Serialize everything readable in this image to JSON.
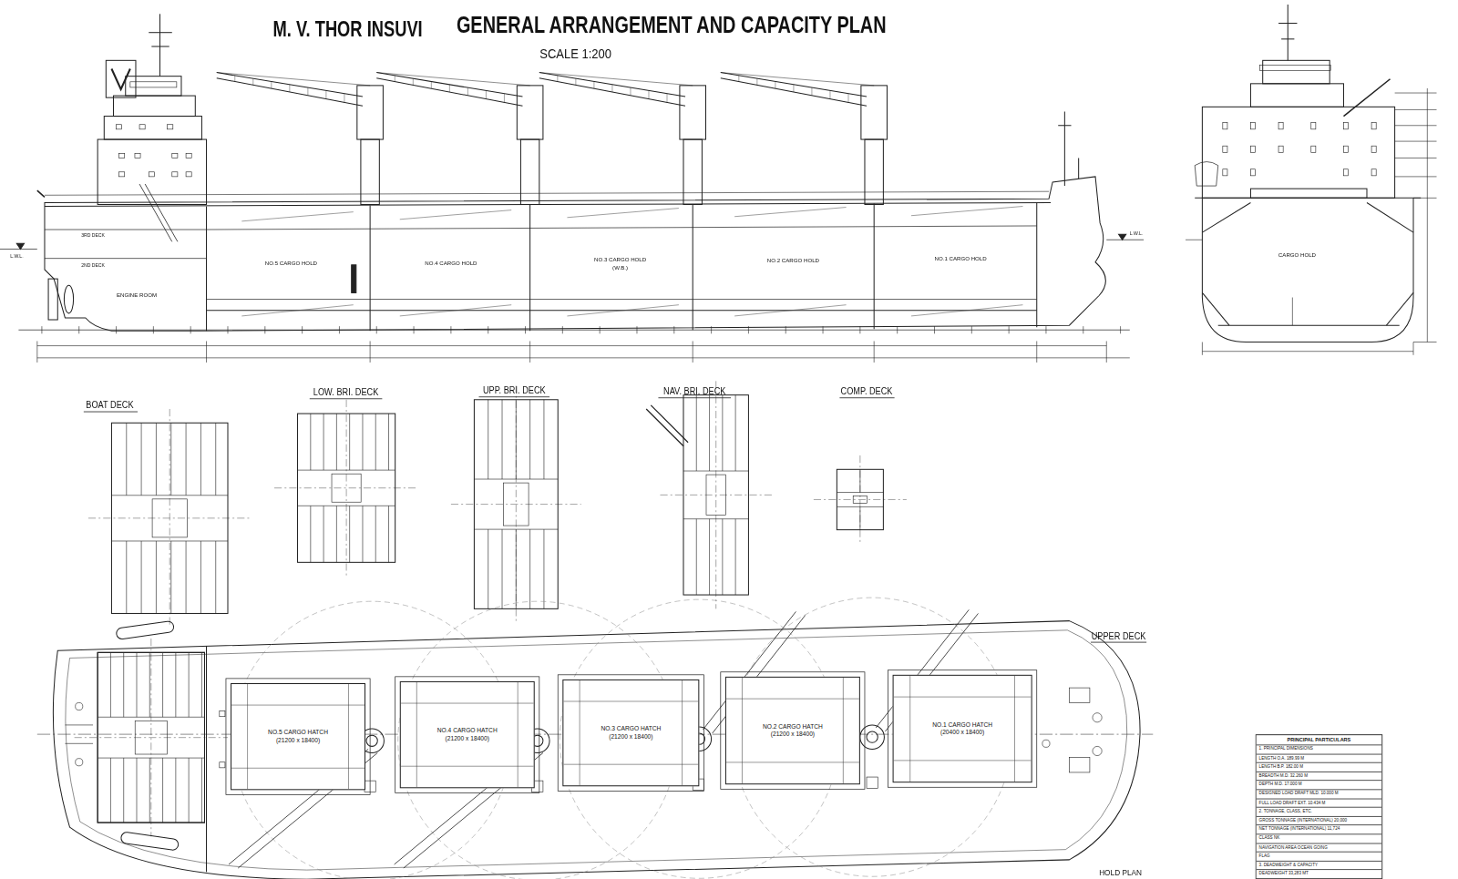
{
  "diagram": {
    "title": "GENERAL ARRANGEMENT AND CAPACITY PLAN",
    "nodes": [
      {
        "text": [
          "NO.5 CARGO HATCH",
          "(21200 x 18400)"
        ]
      },
      {
        "text": [
          "NO.4 CARGO HATCH",
          "(21200 x 18400)"
        ]
      },
      {
        "text": [
          "NO.3 CARGO HATCH",
          "(21200 x 18400)"
        ]
      },
      {
        "text": [
          "NO.2 CARGO HATCH",
          "(21200 x 18400)"
        ]
      },
      {
        "text": [
          "NO.1 CARGO HATCH",
          "(20400 x 18400)"
        ]
      },
      {
        "text": [
          "PRINCIPAL PARTICULARS",
          "1. PRINCIPAL DIMENSIONS",
          "LENGTH O.A. 189.99 M",
          "LENGTH B.P. 182.00 M",
          "BREADTH M.D. 32.260 M",
          "DEPTH M.D. 17.000 M",
          "DESIGNED LOAD DRAFT MLD. 10.000 M",
          "FULL LOAD DRAFT EXT. 10.434 M",
          "2. TONNAGE, CLASS, ETC.",
          "GROSS TONNAGE (INTERNATIONAL) 20,000",
          "NET TONNAGE (INTERNATIONAL) 11,724",
          "CLASS NK",
          "NAVIGATION AREA OCEAN GOING",
          "FLAG",
          "3. DEADWEIGHT & CAPACITY",
          "DEADWEIGHT 33,283 MT"
        ]
      }
    ],
    "labels": [
      "M. V. THOR INSUVI",
      "SCALE 1:200",
      "NO.5 CARGO HOLD",
      "NO.4 CARGO HOLD",
      "NO.3 CARGO HOLD",
      "(W.B.)",
      "NO.2 CARGO HOLD",
      "NO.1 CARGO HOLD",
      "ENGINE ROOM",
      "2ND DECK",
      "3RD DECK",
      "CARGO HOLD",
      "BOAT DECK",
      "LOW. BRI. DECK",
      "UPP. BRI. DECK",
      "NAV. BRI. DECK",
      "COMP. DECK",
      "UPPER DECK",
      "HOLD PLAN",
      "L.W.L.",
      "L.W.L."
    ]
  }
}
